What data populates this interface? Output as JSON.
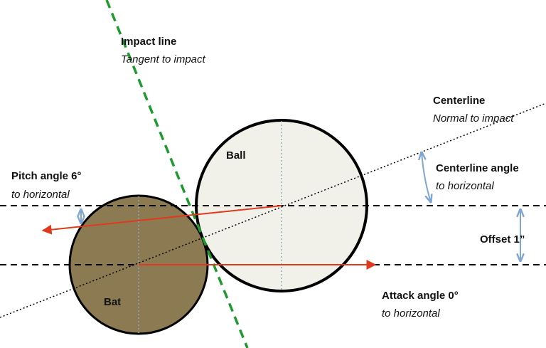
{
  "labels": {
    "impact_line": "Impact line",
    "impact_line_sub": "Tangent to impact",
    "centerline": "Centerline",
    "centerline_sub": "Normal to impact",
    "centerline_angle": "Centerline angle",
    "centerline_angle_sub": "to horizontal",
    "pitch_angle": "Pitch angle 6°",
    "pitch_angle_sub": "to horizontal",
    "offset": "Offset 1”",
    "attack_angle": "Attack angle 0°",
    "attack_angle_sub": "to horizontal",
    "ball": "Ball",
    "bat": "Bat"
  },
  "colors": {
    "bat_fill": "#8c7b52",
    "ball_fill": "#f1f1ea",
    "impact_line": "#1e9a2e",
    "velocity_arrows": "#e03a1e",
    "angle_arrows": "#7fa6d3",
    "center_guides": "#8aa8c6"
  }
}
